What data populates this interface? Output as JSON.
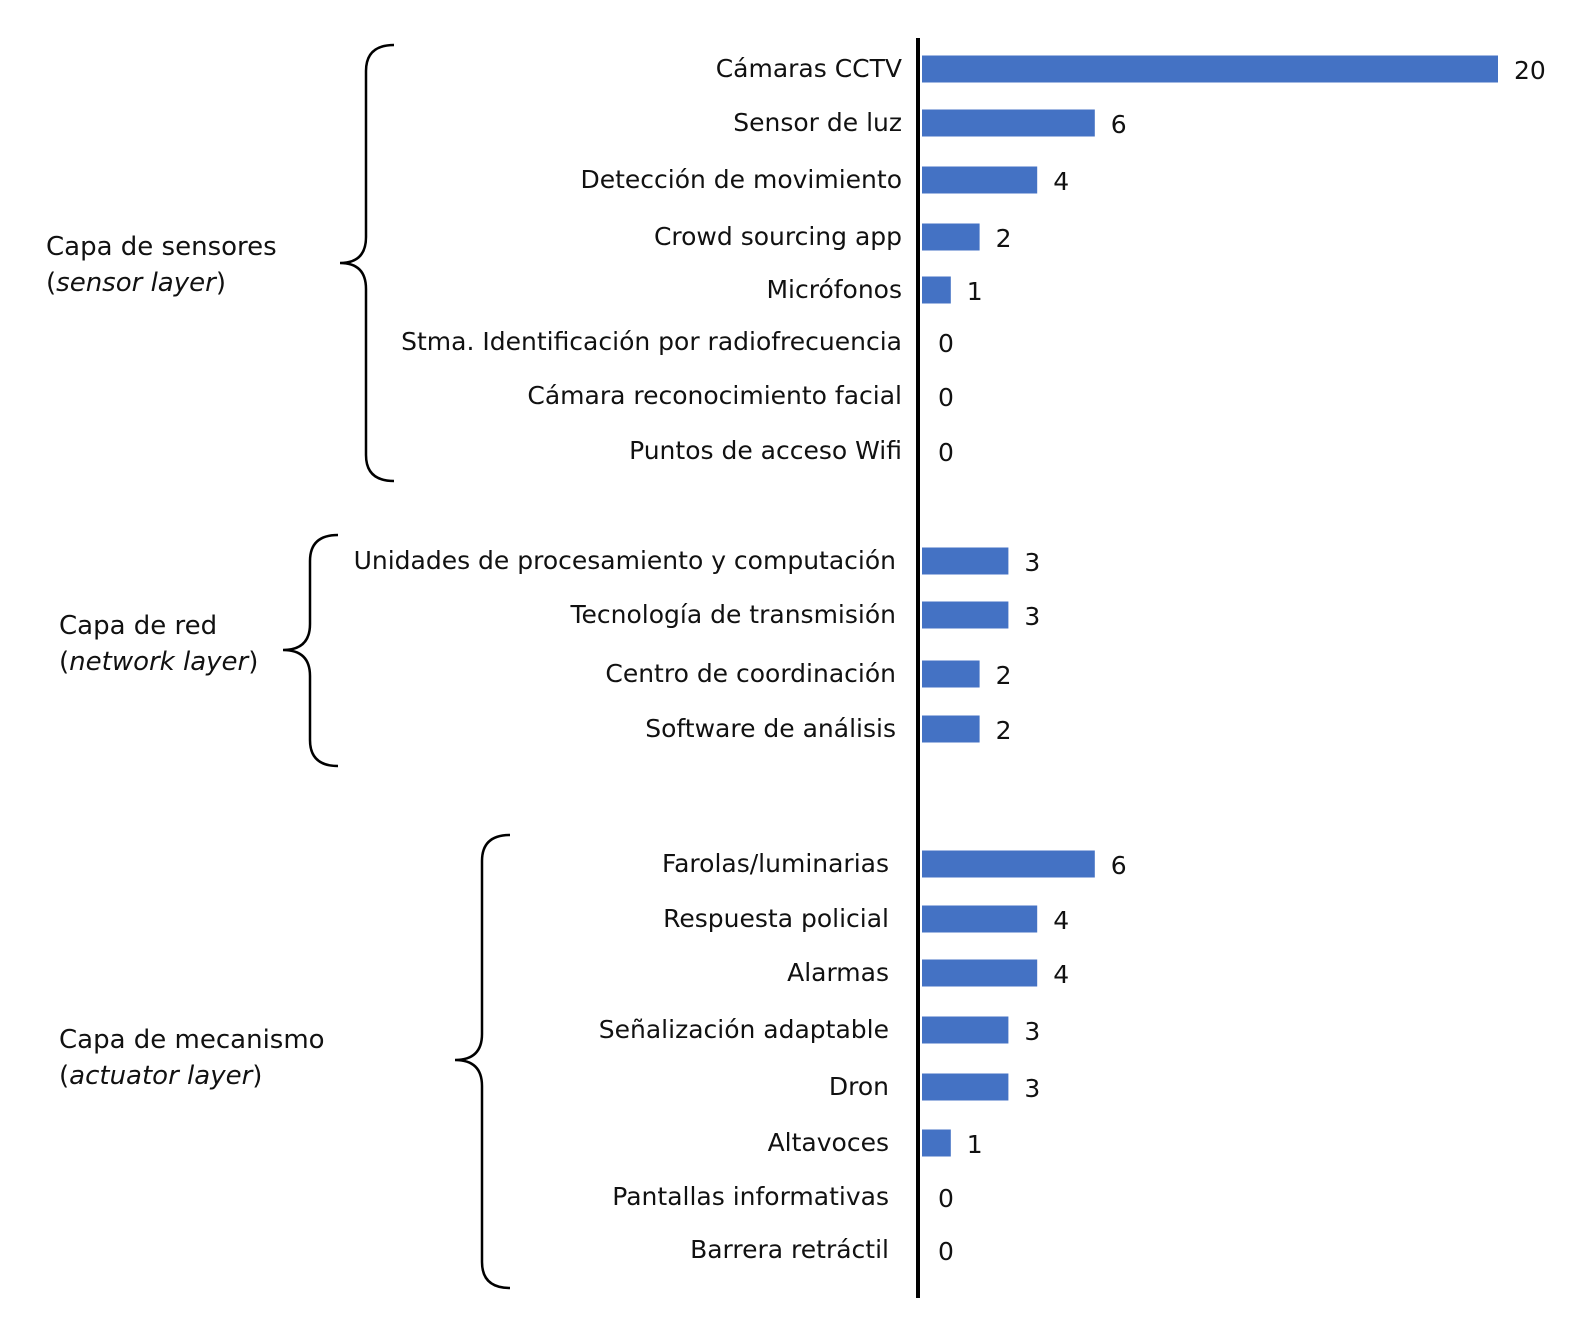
{
  "chart_data": {
    "type": "bar",
    "orientation": "horizontal",
    "bar_color": "#4472C4",
    "xlim": [
      0,
      20
    ],
    "grid": false,
    "groups": [
      {
        "label": "Capa de sensores",
        "sublabel": "sensor layer",
        "categories": [
          "Cámaras CCTV",
          "Sensor de luz",
          "Detección de movimiento",
          "Crowd sourcing app",
          "Micrófonos",
          "Stma. Identificación por radiofrecuencia",
          "Cámara reconocimiento facial",
          "Puntos de acceso Wifi"
        ],
        "values": [
          20,
          6,
          4,
          2,
          1,
          0,
          0,
          0
        ]
      },
      {
        "label": "Capa de red",
        "sublabel": "network layer",
        "categories": [
          "Unidades de procesamiento y computación",
          "Tecnología de transmisión",
          "Centro de coordinación",
          "Software de análisis"
        ],
        "values": [
          3,
          3,
          2,
          2
        ]
      },
      {
        "label": "Capa de mecanismo",
        "sublabel": "actuator layer",
        "categories": [
          "Farolas/luminarias",
          "Respuesta policial",
          "Alarmas",
          "Señalización adaptable",
          "Dron",
          "Altavoces",
          "Pantallas informativas",
          "Barrera retráctil"
        ],
        "values": [
          6,
          4,
          4,
          3,
          3,
          1,
          0,
          0
        ]
      }
    ]
  }
}
